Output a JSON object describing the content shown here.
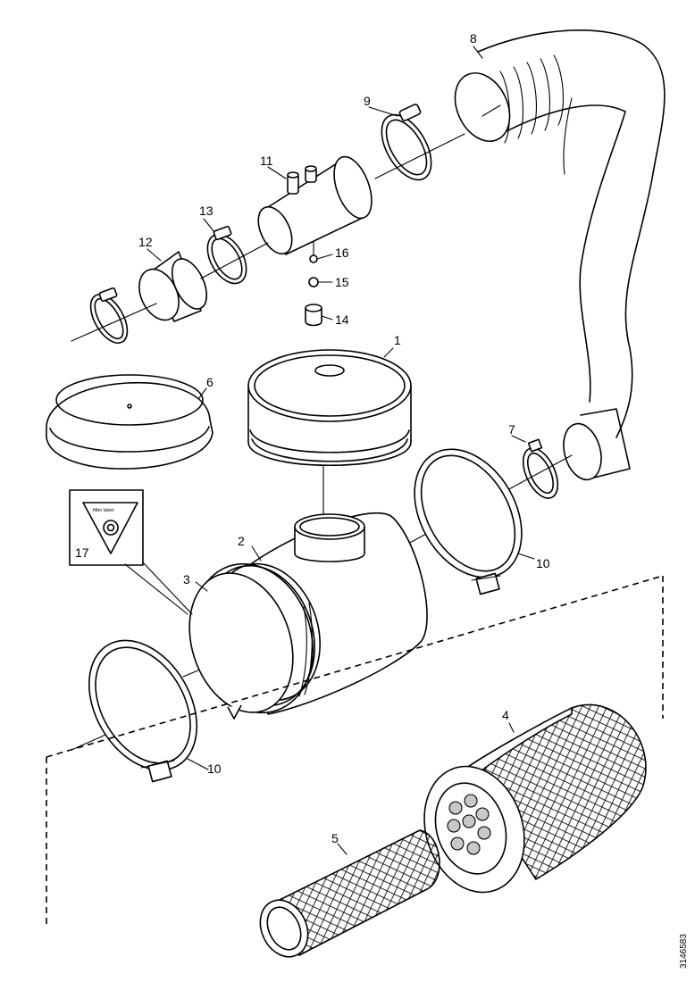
{
  "callouts": {
    "c1": "1",
    "c2": "2",
    "c3": "3",
    "c4": "4",
    "c5": "5",
    "c6": "6",
    "c7": "7",
    "c8": "8",
    "c9": "9",
    "c10a": "10",
    "c10b": "10",
    "c11": "11",
    "c12": "12",
    "c13": "13",
    "c14": "14",
    "c15": "15",
    "c16": "16",
    "c17": "17"
  },
  "drawing_code": "3146583"
}
